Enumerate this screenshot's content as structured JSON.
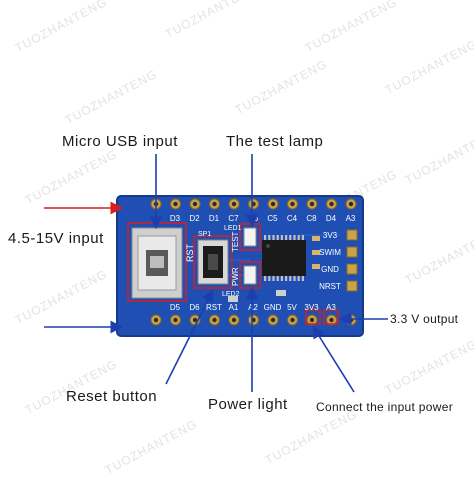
{
  "labels": {
    "micro_usb": "Micro USB input",
    "test_lamp": "The test lamp",
    "voltage_input": "4.5-15V input",
    "output_33v": "3.3 V output",
    "reset_button": "Reset button",
    "power_light": "Power light",
    "connect_power": "Connect the input power"
  },
  "watermark": "TUOZHANTENG",
  "board": {
    "top_pins": [
      "D3",
      "D2",
      "D1",
      "C7",
      "C6",
      "C5",
      "C4",
      "C8",
      "D4",
      "A3"
    ],
    "bottom_pins": [
      "D5",
      "D6",
      "RST",
      "A1",
      "A2",
      "GND",
      "5V",
      "3V3",
      "A3"
    ],
    "right_pins": [
      "3V3",
      "SWIM",
      "GND",
      "NRST"
    ],
    "silk_rst": "RST",
    "silk_test": "TEST",
    "silk_pwr": "PWR",
    "silk_sp1": "SP1",
    "silk_led1": "LED1",
    "silk_led2": "LED2"
  },
  "colors": {
    "board": "#1f4fb2",
    "arrow_red": "#d81e1e",
    "arrow_blue": "#1c3fb0"
  }
}
